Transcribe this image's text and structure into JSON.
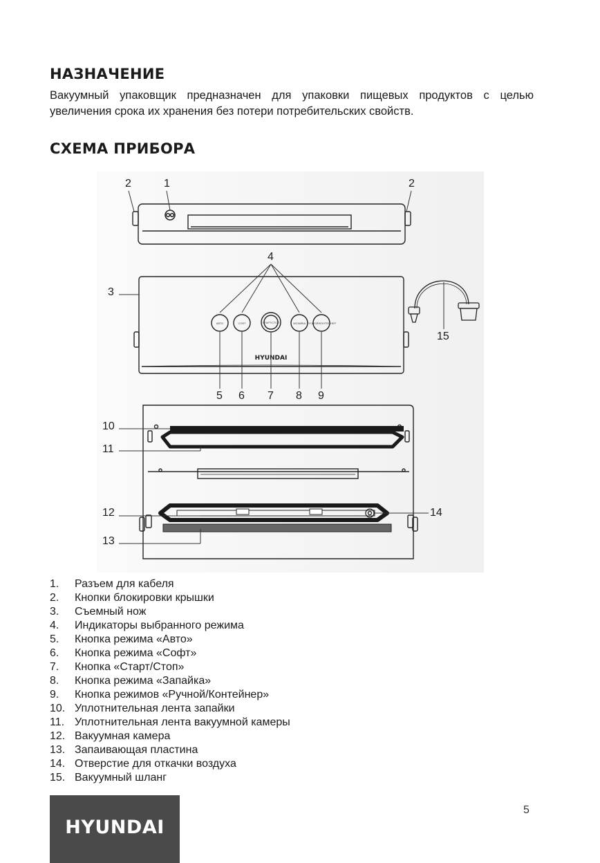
{
  "sections": {
    "purpose_title": "НАЗНАЧЕНИЕ",
    "purpose_text": "Вакуумный упаковщик предназначен для упаковки пищевых продуктов с целью увеличения срока их хранения без потери потребительских свойств.",
    "scheme_title": "СХЕМА ПРИБОРА"
  },
  "diagram": {
    "callouts": [
      "1",
      "2",
      "2",
      "3",
      "4",
      "5",
      "6",
      "7",
      "8",
      "9",
      "10",
      "11",
      "12",
      "13",
      "14",
      "15"
    ],
    "panel_buttons": [
      "АВТО",
      "СОФТ",
      "СТАРТ/СТОП",
      "ЗАПАЙКА",
      "РУЧНОЙ/КОНТЕЙНЕР"
    ],
    "device_brand": "HYUNDAI"
  },
  "legend": [
    {
      "num": "1.",
      "text": "Разъем для кабеля"
    },
    {
      "num": "2.",
      "text": "Кнопки блокировки крышки"
    },
    {
      "num": "3.",
      "text": "Съемный нож"
    },
    {
      "num": "4.",
      "text": "Индикаторы выбранного режима"
    },
    {
      "num": "5.",
      "text": "Кнопка режима «Авто»"
    },
    {
      "num": "6.",
      "text": "Кнопка режима «Софт»"
    },
    {
      "num": "7.",
      "text": "Кнопка «Старт/Стоп»"
    },
    {
      "num": "8.",
      "text": "Кнопка режима «Запайка»"
    },
    {
      "num": "9.",
      "text": "Кнопка режимов «Ручной/Контейнер»"
    },
    {
      "num": "10.",
      "text": "Уплотнительная лента запайки"
    },
    {
      "num": "11.",
      "text": "Уплотнительная лента вакуумной камеры"
    },
    {
      "num": "12.",
      "text": "Вакуумная камера"
    },
    {
      "num": "13.",
      "text": "Запаивающая пластина"
    },
    {
      "num": "14.",
      "text": "Отверстие для откачки воздуха"
    },
    {
      "num": "15.",
      "text": "Вакуумный шланг"
    }
  ],
  "footer": {
    "logo": "HYUNDAI",
    "page_number": "5"
  }
}
